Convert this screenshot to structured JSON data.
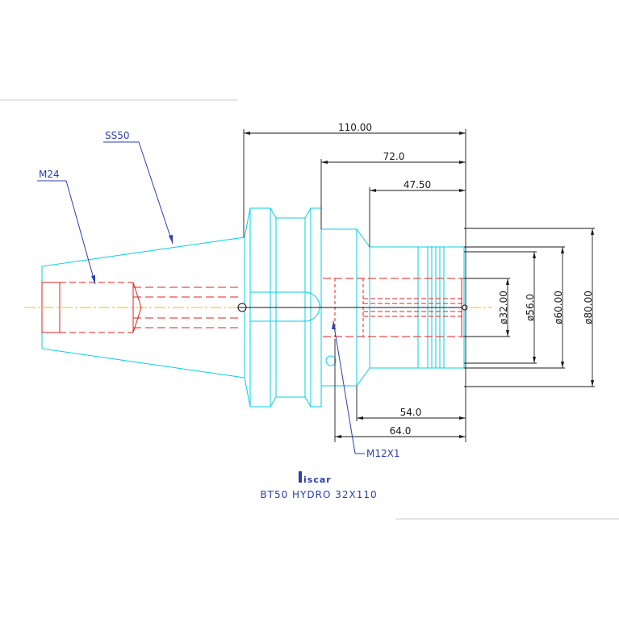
{
  "title": "BT50 HYDRO 32X110",
  "logo": "iscar",
  "callouts": {
    "taper": "SS50",
    "thread": "M24",
    "screw": "M12X1"
  },
  "dimensions": {
    "total_length": "110.00",
    "body_length": "72.0",
    "clamp_length": "47.50",
    "bore_depth_short": "54.0",
    "bore_depth_long": "64.0",
    "bore_dia": "ø32.00",
    "sleeve_dia": "ø56.0",
    "nose_dia": "ø60.00",
    "flange_dia": "ø80.00"
  },
  "colors": {
    "outline": "#00d0e6",
    "hidden": "#e02020",
    "dimension": "#1a1a1a",
    "leader": "#2b3fb0",
    "centerline": "#f0c000"
  }
}
